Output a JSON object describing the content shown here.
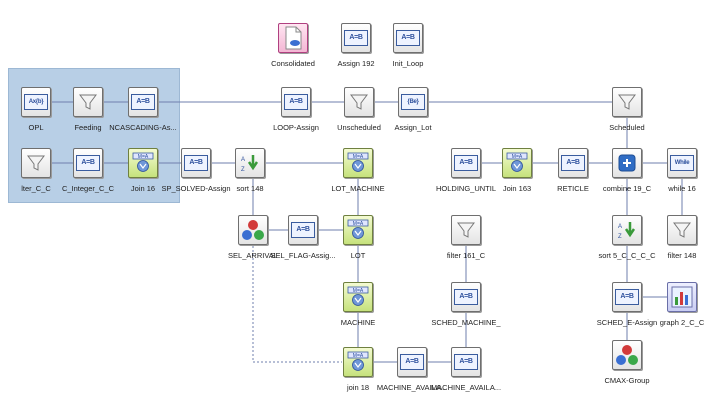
{
  "nodes": [
    {
      "id": "consolidated",
      "label": "Consolidated",
      "icon": "document-icon"
    },
    {
      "id": "assign192",
      "label": "Assign 192",
      "icon": "assign-icon"
    },
    {
      "id": "init_loop",
      "label": "Init_Loop",
      "icon": "assign-icon"
    },
    {
      "id": "opl",
      "label": "OPL",
      "icon": "expression-icon"
    },
    {
      "id": "feeding",
      "label": "Feeding",
      "icon": "filter-icon"
    },
    {
      "id": "cascading",
      "label": "NCASCADING-As...",
      "icon": "assign-icon"
    },
    {
      "id": "loop_assign",
      "label": "LOOP-Assign",
      "icon": "assign-icon"
    },
    {
      "id": "unscheduled",
      "label": "Unscheduled",
      "icon": "filter-icon"
    },
    {
      "id": "assign_lot",
      "label": "Assign_Lot",
      "icon": "block-icon"
    },
    {
      "id": "scheduled",
      "label": "Scheduled",
      "icon": "filter-icon"
    },
    {
      "id": "filter_c",
      "label": "lter_C_C",
      "icon": "filter-icon"
    },
    {
      "id": "integer_c",
      "label": "C_Integer_C_C",
      "icon": "assign-icon"
    },
    {
      "id": "join16",
      "label": "Join 16",
      "icon": "join-icon"
    },
    {
      "id": "solved_assign",
      "label": "SP_SOLVED-Assign",
      "icon": "assign-icon"
    },
    {
      "id": "sort148",
      "label": "sort 148",
      "icon": "sort-icon"
    },
    {
      "id": "lot_machine",
      "label": "LOT_MACHINE",
      "icon": "join-icon"
    },
    {
      "id": "holding_until",
      "label": "HOLDING_UNTIL",
      "icon": "assign-icon"
    },
    {
      "id": "join163",
      "label": "Join 163",
      "icon": "join-icon"
    },
    {
      "id": "reticle",
      "label": "RETICLE",
      "icon": "assign-icon"
    },
    {
      "id": "combine19",
      "label": "combine 19_C",
      "icon": "combine-icon"
    },
    {
      "id": "while16",
      "label": "while 16",
      "icon": "while-icon"
    },
    {
      "id": "sel_arrival",
      "label": "SEL_ARRIVAL",
      "icon": "group-icon"
    },
    {
      "id": "sel_flag",
      "label": "SEL_FLAG-Assig...",
      "icon": "assign-icon"
    },
    {
      "id": "lot",
      "label": "LOT",
      "icon": "join-icon"
    },
    {
      "id": "filter161",
      "label": "filter 161_C",
      "icon": "filter-icon"
    },
    {
      "id": "sort5",
      "label": "sort 5_C_C_C_C",
      "icon": "sort-icon"
    },
    {
      "id": "filter148",
      "label": "filter 148",
      "icon": "filter-icon"
    },
    {
      "id": "machine",
      "label": "MACHINE",
      "icon": "join-icon"
    },
    {
      "id": "sched_machine",
      "label": "SCHED_MACHINE_",
      "icon": "assign-icon"
    },
    {
      "id": "sched_e_assign",
      "label": "SCHED_E-Assign",
      "icon": "assign-icon"
    },
    {
      "id": "graph2",
      "label": "graph 2_C_C",
      "icon": "chart-icon"
    },
    {
      "id": "cmax_group",
      "label": "CMAX-Group",
      "icon": "group-icon"
    },
    {
      "id": "join18",
      "label": "join 18",
      "icon": "join-icon"
    },
    {
      "id": "machine_avail1",
      "label": "MACHINE_AVAILA...",
      "icon": "assign-icon"
    },
    {
      "id": "machine_avail2",
      "label": "MACHINE_AVAILA...",
      "icon": "assign-icon"
    }
  ],
  "icon_text": {
    "assign": "A=B",
    "expression": "Ax{b}",
    "block": "{Be}",
    "join": "M=A",
    "while": "While",
    "sort": "AZ"
  },
  "colors": {
    "selection": "#b8cfe6",
    "edge": "#6f7fae",
    "join_node": "#c6e27c",
    "document_node": "#f4b6d4"
  }
}
